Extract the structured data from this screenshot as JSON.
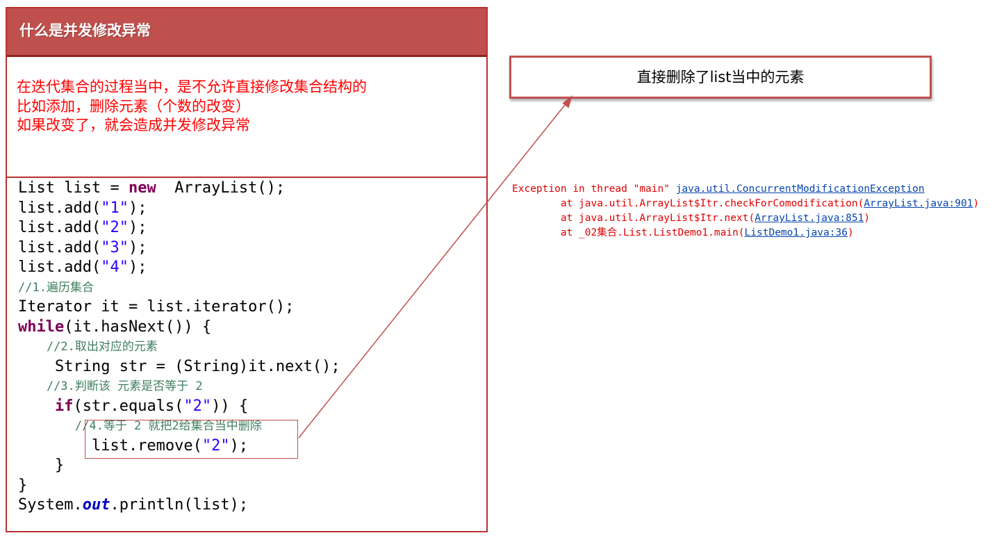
{
  "panel": {
    "title": "什么是并发修改异常",
    "description": [
      "在迭代集合的过程当中，是不允许直接修改集合结构的",
      "比如添加，删除元素（个数的改变）",
      "如果改变了，就会造成并发修改异常"
    ],
    "code": {
      "l1": {
        "a": "List list = ",
        "kw": "new",
        "b": "  ArrayList();"
      },
      "l2": {
        "a": "list.add(",
        "s": "\"1\"",
        "b": ");"
      },
      "l3": {
        "a": "list.add(",
        "s": "\"2\"",
        "b": ");"
      },
      "l4": {
        "a": "list.add(",
        "s": "\"3\"",
        "b": ");"
      },
      "l5": {
        "a": "list.add(",
        "s": "\"4\"",
        "b": ");"
      },
      "l6": "//1.遍历集合",
      "l7": "Iterator it = list.iterator();",
      "l8": {
        "kw": "while",
        "b": "(it.hasNext()) {"
      },
      "l9": "    //2.取出对应的元素",
      "l10": "    String str = (String)it.next();",
      "l11": "    //3.判断该 元素是否等于 2",
      "l12": {
        "a": "    ",
        "kw": "if",
        "b": "(str.equals(",
        "s": "\"2\"",
        "c": ")) {"
      },
      "l13": "        //4.等于 2 就把2给集合当中删除",
      "l14": {
        "a": "        list.remove(",
        "s": "\"2\"",
        "b": ");"
      },
      "l15": "    }",
      "l16": "}",
      "l17": {
        "a": "System.",
        "f": "out",
        "b": ".println(list);"
      }
    }
  },
  "callout": {
    "text": "直接删除了list当中的元素"
  },
  "exception": {
    "line1_prefix": "Exception in thread \"main\" ",
    "line1_link": "java.util.ConcurrentModificationException",
    "line2_prefix": "        at java.util.ArrayList$Itr.checkForComodification(",
    "line2_link": "ArrayList.java:901",
    "line3_prefix": "        at java.util.ArrayList$Itr.next(",
    "line3_link": "ArrayList.java:851",
    "line4_prefix": "        at _02集合.List.ListDemo1.main(",
    "line4_link": "ListDemo1.java:36",
    "close": ")"
  },
  "colors": {
    "header_bg": "#c0504d",
    "border": "#b8312f",
    "description_text": "#ff0000",
    "keyword": "#7f0055",
    "string": "#2a00ff",
    "comment": "#3f7f5f",
    "arrow": "#c0504d"
  }
}
